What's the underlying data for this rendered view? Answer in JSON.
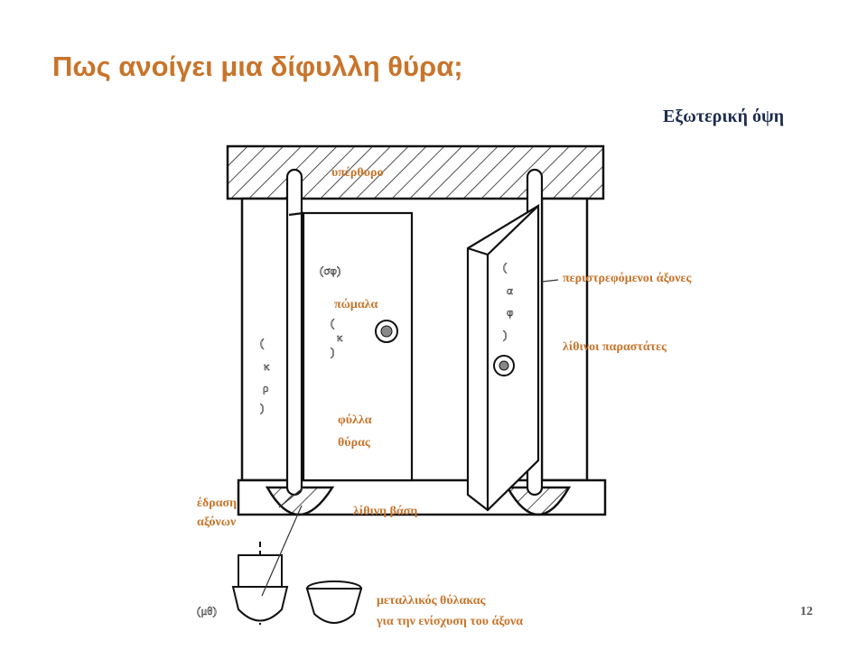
{
  "slide": {
    "title": "Πως ανοίγει μια δίφυλλη θύρα;",
    "view_label": "Εξωτερική όψη",
    "page_number": "12"
  },
  "labels": {
    "lintel": "υπέρθυρο",
    "rotating_axes": "περιστρεφόμενοι άξονες",
    "stone_jambs": "λίθινοι παραστάτες",
    "leaf_panel": "πώμαλα",
    "door_leaf_line1": "φύλλα",
    "door_leaf_line2": "θύρας",
    "axis_seating_line1": "έδραση",
    "axis_seating_line2": "αξόνων",
    "stone_base": "λίθινη βάση",
    "metal_guard_line1": "μεταλλικός θύλακας",
    "metal_guard_line2": "για την ενίσχυση του άξονα"
  },
  "glyph_marks": {
    "left_leaf_axis": "(σφ)",
    "left_leaf_small": [
      "(",
      "κ",
      ")"
    ],
    "left_jamb": [
      "(",
      "κ",
      "ρ",
      ")"
    ],
    "right_leaf": [
      "(",
      "α",
      "φ",
      ")"
    ],
    "bottom": "(μθ)"
  }
}
